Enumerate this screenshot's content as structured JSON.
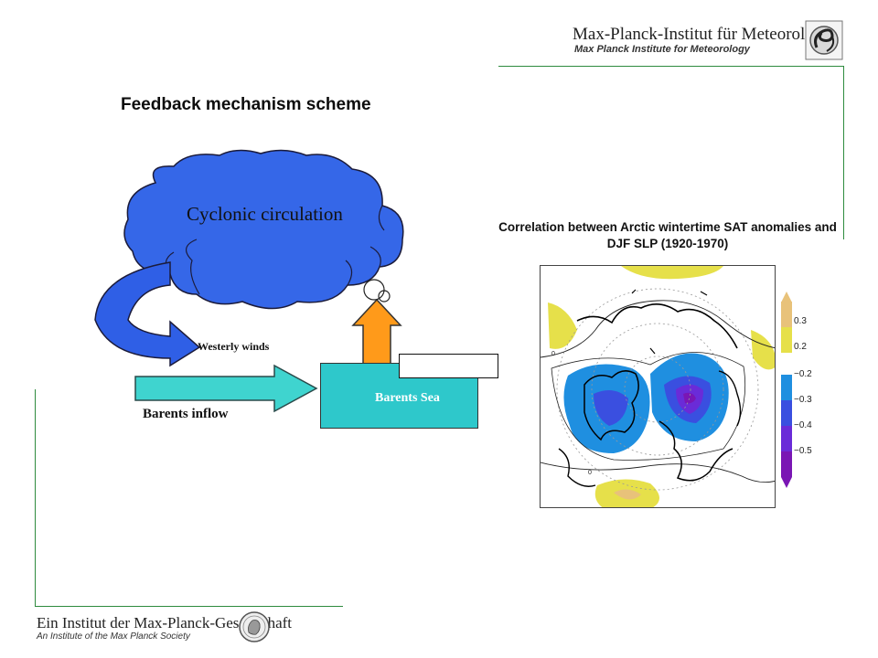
{
  "header": {
    "institute_de": "Max-Planck-Institut für Meteorologie",
    "institute_en": "Max Planck Institute for Meteorology"
  },
  "title": "Feedback mechanism scheme",
  "diagram": {
    "cloud_label": "Cyclonic circulation",
    "westerly_label": "Westerly winds",
    "inflow_label": "Barents inflow",
    "sea_label": "Barents Sea"
  },
  "map": {
    "title": "Correlation between Arctic wintertime SAT anomalies and DJF SLP (1920-1970)",
    "legend": [
      {
        "label": "0.3",
        "color": "#e8c27a"
      },
      {
        "label": "0.2",
        "color": "#e6e04a"
      },
      {
        "label": "−0.2",
        "color": "#1f8fe0"
      },
      {
        "label": "−0.3",
        "color": "#3a4fe0"
      },
      {
        "label": "−0.4",
        "color": "#6a2bd8"
      },
      {
        "label": "−0.5",
        "color": "#7a16b4"
      }
    ],
    "contour_label": "0"
  },
  "footer": {
    "de": "Ein Institut der Max-Planck-Gesellschaft",
    "en": "An Institute of the Max Planck Society"
  }
}
